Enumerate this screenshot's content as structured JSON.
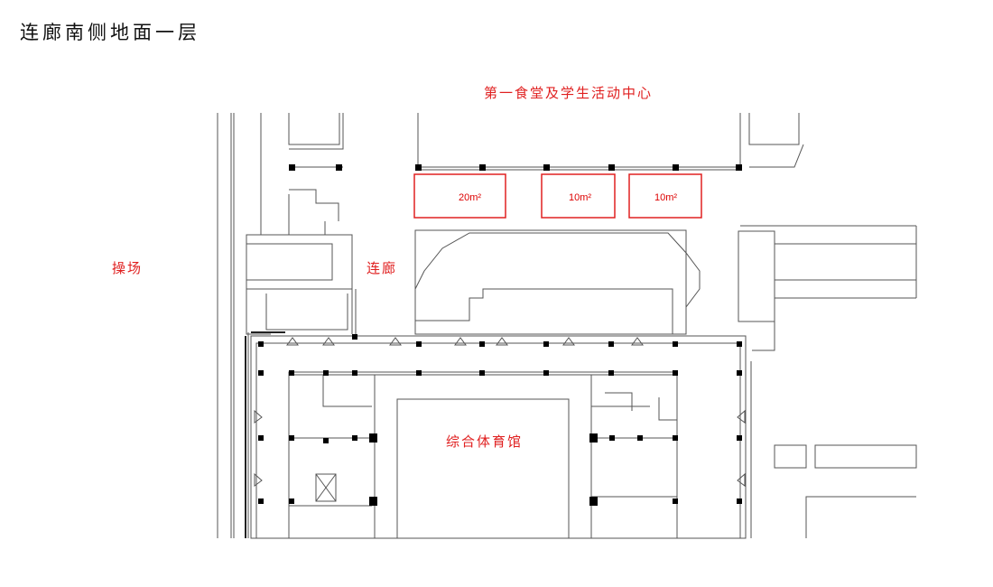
{
  "title": "连廊南侧地面一层",
  "labels": {
    "canteen": "第一食堂及学生活动中心",
    "playground": "操场",
    "corridor": "连廊",
    "gym": "综合体育馆"
  },
  "booths": [
    {
      "area": "20m²"
    },
    {
      "area": "10m²"
    },
    {
      "area": "10m²"
    }
  ],
  "colors": {
    "accent": "#e02020",
    "lines": "#555555",
    "columns": "#000000"
  }
}
